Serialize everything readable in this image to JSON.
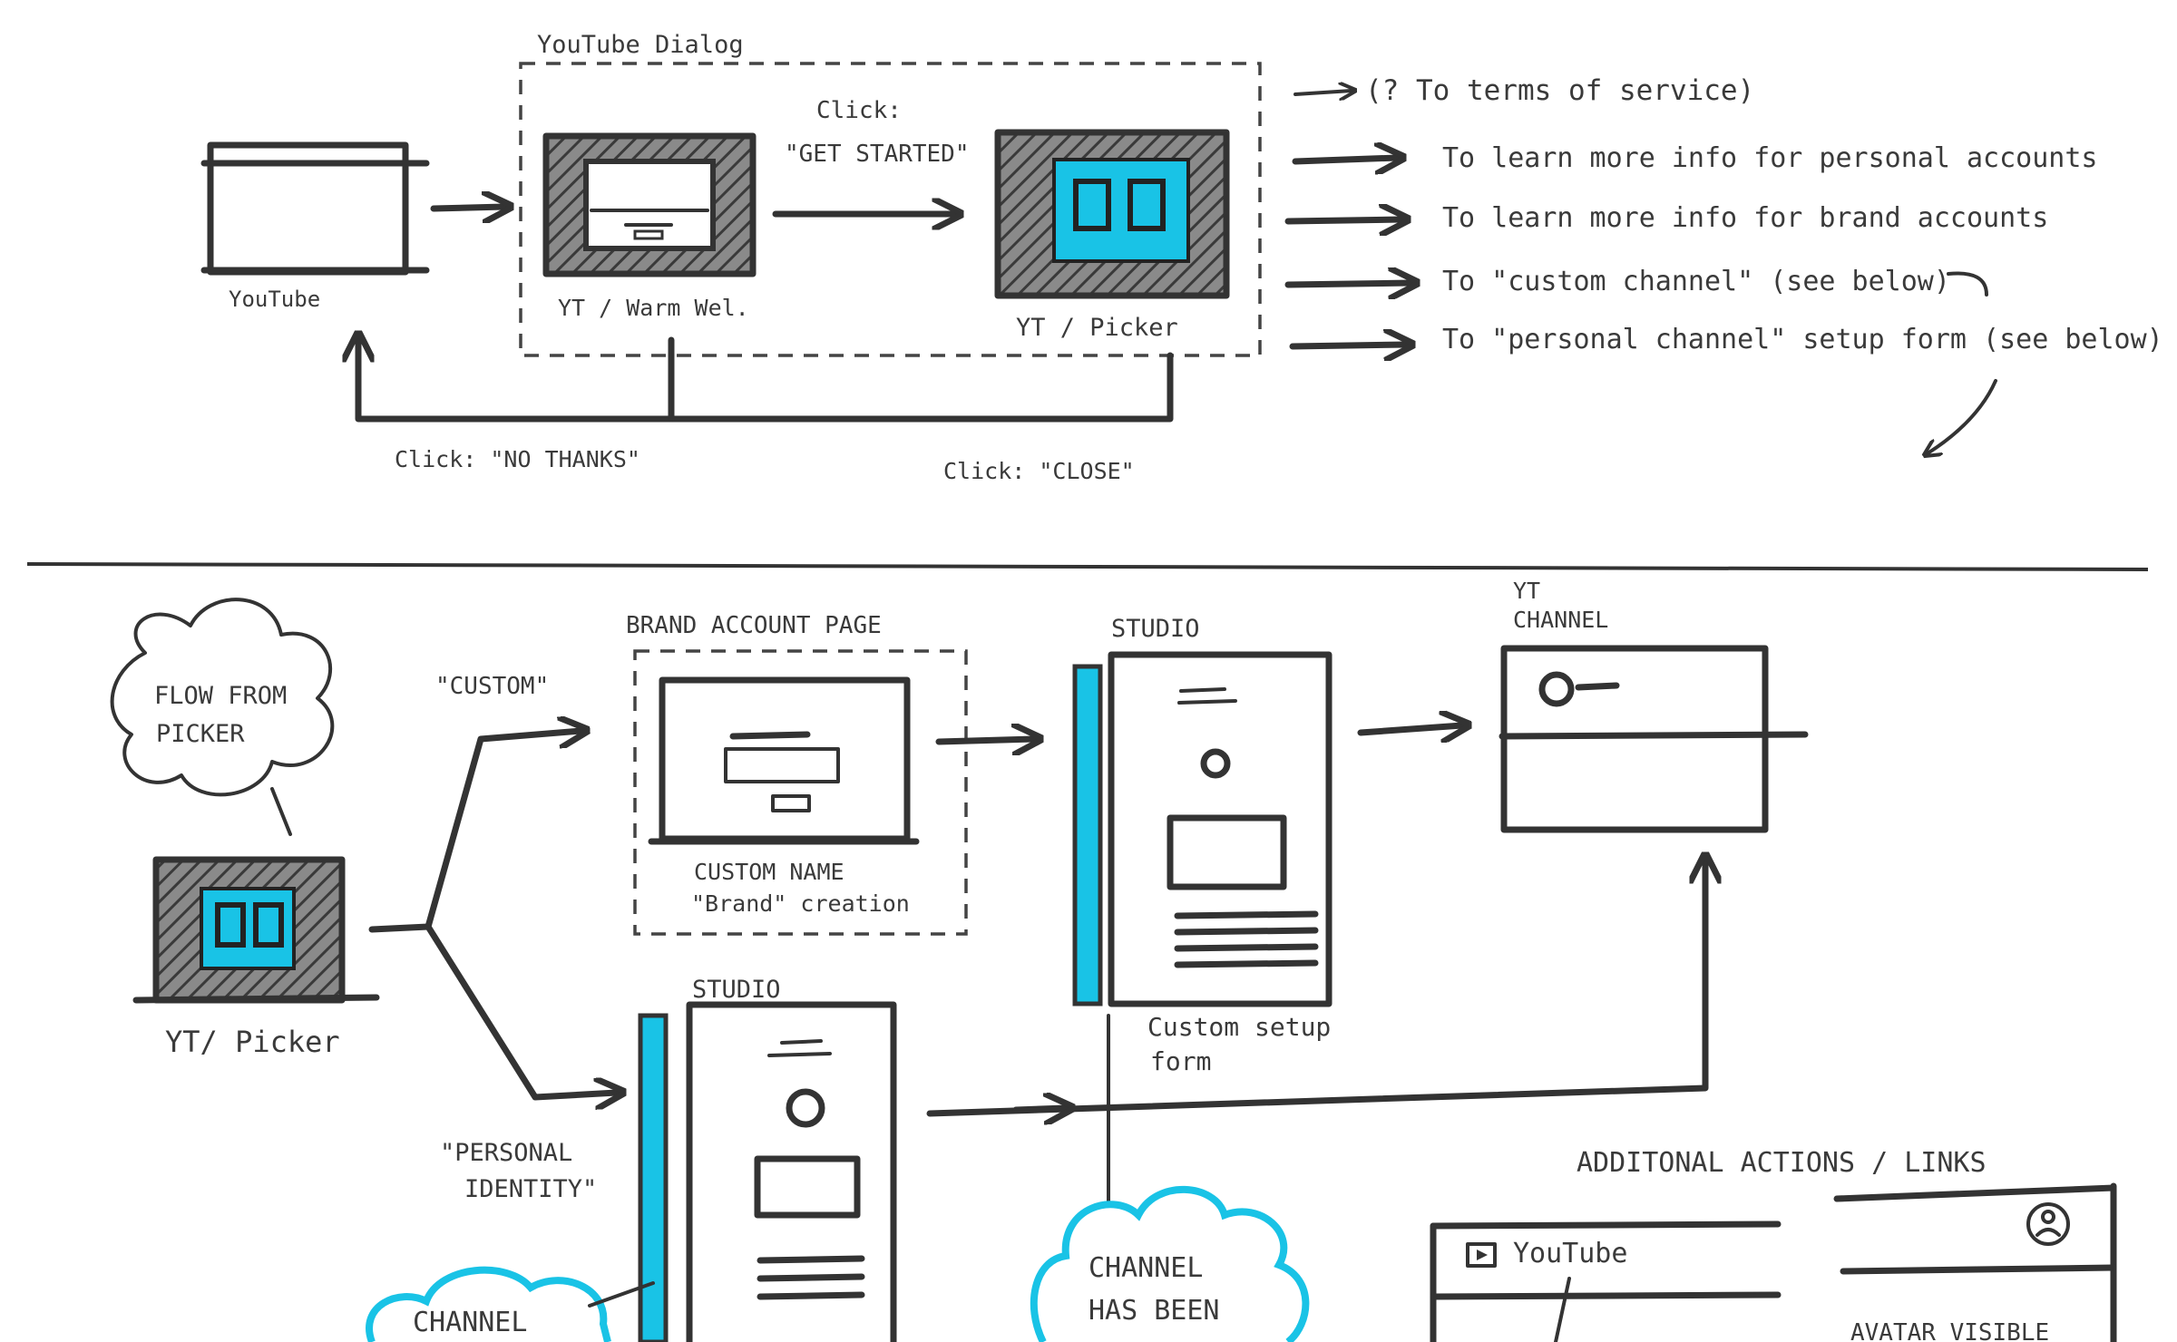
{
  "labels": {
    "youtube_dialog": "YouTube Dialog",
    "youtube": "YouTube",
    "warm_welcome": "YT / Warm Wel.",
    "picker": "YT / Picker",
    "click_get_started_1": "Click:",
    "click_get_started_2": "\"GET STARTED\"",
    "click_no_thanks": "Click: \"NO THANKS\"",
    "click_close": "Click: \"CLOSE\"",
    "flow_from_picker": [
      "FLOW FROM",
      "PICKER"
    ],
    "custom": "\"CUSTOM\"",
    "personal_identity": [
      "\"PERSONAL",
      "IDENTITY\""
    ],
    "brand_account_page": "BRAND ACCOUNT PAGE",
    "custom_name": "CUSTOM NAME",
    "brand_creation": "\"Brand\" creation",
    "studio_top": "STUDIO",
    "studio_bottom": "STUDIO",
    "custom_setup_form": [
      "Custom setup",
      "form"
    ],
    "yt_channel": [
      "YT",
      "CHANNEL"
    ],
    "picker_bottom": "YT/ Picker",
    "channel_left": "CHANNEL",
    "channel_has_been": [
      "CHANNEL",
      "HAS BEEN"
    ],
    "additional_actions": "ADDITONAL ACTIONS / LINKS",
    "youtube_logo_text": "YouTube",
    "avatar_visible": "AVATAR VISIBLE"
  },
  "outcomes": [
    "(? To terms of service)",
    "To learn more info for personal accounts",
    "To learn more info for brand accounts",
    "To \"custom channel\" (see below)",
    "To \"personal channel\" setup form (see below)"
  ],
  "colors": {
    "ink": "#333333",
    "highlight": "#19c3e6",
    "paper": "#ffffff"
  }
}
